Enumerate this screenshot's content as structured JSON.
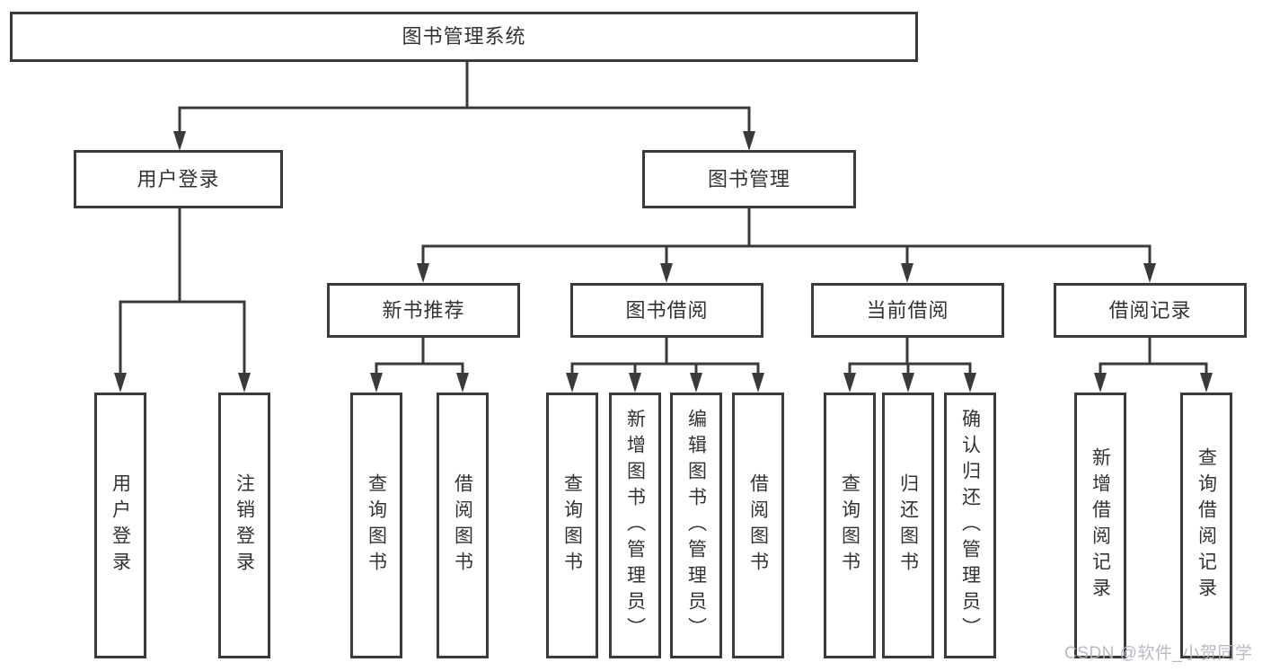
{
  "tree": {
    "root": "图书管理系统",
    "branches": [
      {
        "label": "用户登录",
        "children": [
          "用户登录",
          "注销登录"
        ]
      },
      {
        "label": "图书管理",
        "groups": [
          {
            "label": "新书推荐",
            "children": [
              "查询图书",
              "借阅图书"
            ]
          },
          {
            "label": "图书借阅",
            "children": [
              "查询图书",
              "新增图书（管理员）",
              "编辑图书（管理员）",
              "借阅图书"
            ]
          },
          {
            "label": "当前借阅",
            "children": [
              "查询图书",
              "归还图书",
              "确认归还（管理员）"
            ]
          },
          {
            "label": "借阅记录",
            "children": [
              "新增借阅记录",
              "查询借阅记录"
            ]
          }
        ]
      }
    ]
  },
  "watermark": "CSDN @软件_小贺同学",
  "colors": {
    "line": "#3a3a3a",
    "box_border": "#3a3a3a",
    "text": "#333333",
    "watermark": "#b2b6bd",
    "background": "#ffffff"
  }
}
